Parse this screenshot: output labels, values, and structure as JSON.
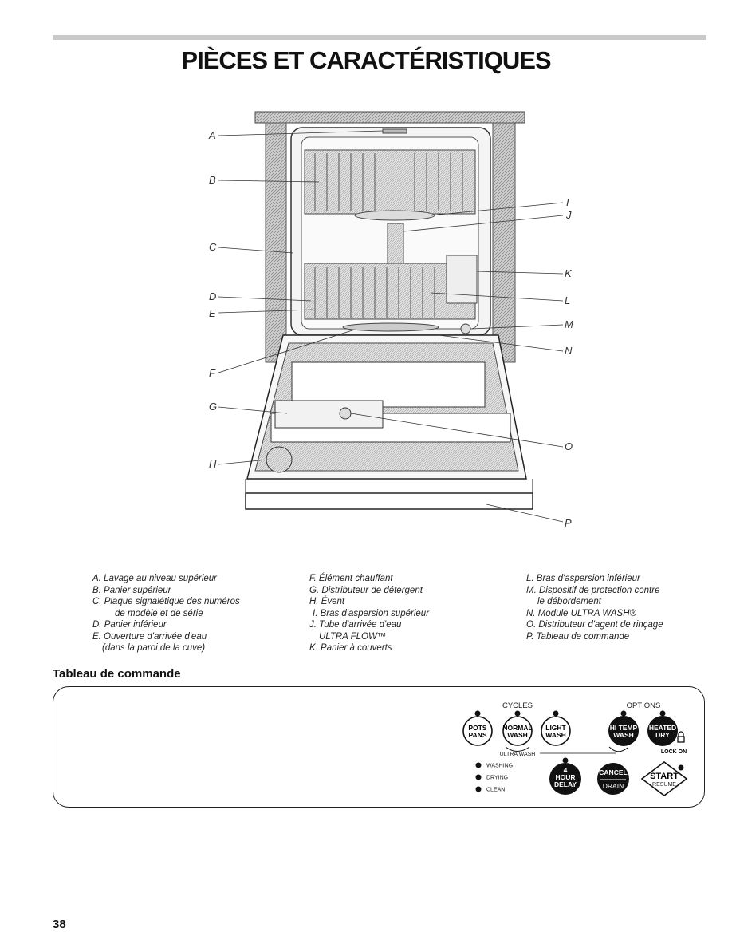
{
  "title": "PIÈCES ET CARACTÉRISTIQUES",
  "diagram_labels": [
    "A",
    "B",
    "C",
    "D",
    "E",
    "F",
    "G",
    "H",
    "I",
    "J",
    "K",
    "L",
    "M",
    "N",
    "O",
    "P"
  ],
  "legend": {
    "col1": [
      "A. Lavage au niveau supérieur",
      "B. Panier supérieur",
      "C. Plaque signalétique des numéros",
      "de modèle et de série",
      "D. Panier inférieur",
      "E. Ouverture d'arrivée d'eau",
      "(dans la paroi de la cuve)"
    ],
    "col2": [
      "F. Élément chauffant",
      "G. Distributeur de détergent",
      "H. Évent",
      "I. Bras d'aspersion supérieur",
      "J. Tube d'arrivée d'eau",
      "ULTRA FLOW™",
      "K. Panier à couverts"
    ],
    "col3": [
      "L. Bras d'aspersion inférieur",
      "M. Dispositif de protection contre",
      "le débordement",
      "N. Module ULTRA WASH®",
      "O. Distributeur d'agent de rinçage",
      "P. Tableau de commande"
    ]
  },
  "section_heading": "Tableau de commande",
  "control_panel": {
    "cycles_label": "CYCLES",
    "options_label": "OPTIONS",
    "ultra_wash_label": "ULTRA WASH",
    "lock_on_label": "LOCK ON",
    "buttons": {
      "pots_pans": [
        "POTS",
        "PANS"
      ],
      "normal_wash": [
        "NORMAL",
        "WASH"
      ],
      "light_wash": [
        "LIGHT",
        "WASH"
      ],
      "hi_temp_wash": [
        "HI TEMP",
        "WASH"
      ],
      "heated_dry": [
        "HEATED",
        "DRY"
      ],
      "hour_delay": [
        "4",
        "HOUR",
        "DELAY"
      ],
      "cancel_drain": [
        "CANCEL",
        "DRAIN"
      ],
      "start_resume": [
        "START",
        "RESUME"
      ]
    },
    "status_lights": [
      "WASHING",
      "DRYING",
      "CLEAN"
    ]
  },
  "page_number": "38"
}
